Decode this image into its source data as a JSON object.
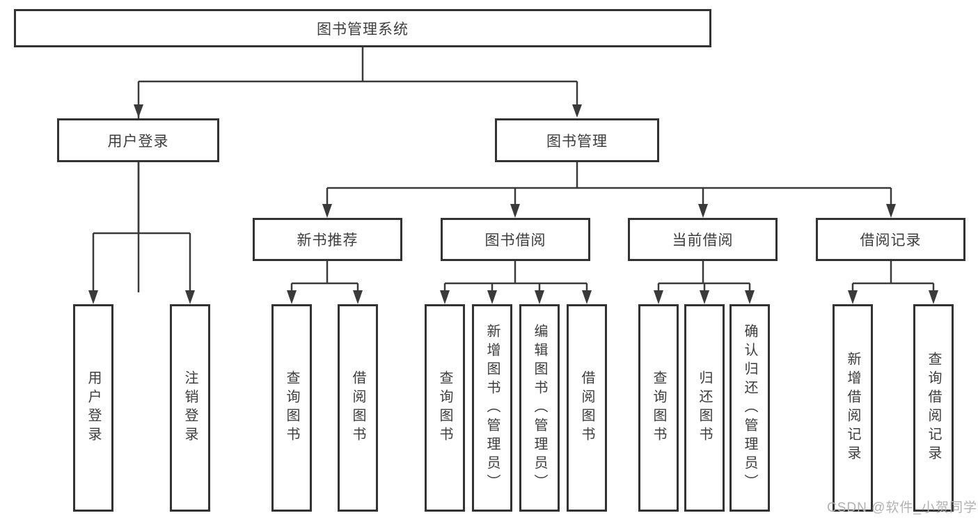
{
  "diagram": {
    "root": "图书管理系统",
    "branches": {
      "user_login": "用户登录",
      "book_mgmt": "图书管理"
    },
    "modules": {
      "new_book": "新书推荐",
      "book_borrow": "图书借阅",
      "current_borrow": "当前借阅",
      "borrow_record": "借阅记录"
    },
    "leaves": {
      "ul_login": "用户登录",
      "ul_logout": "注销登录",
      "nb_query": "查询图书",
      "nb_borrow": "借阅图书",
      "bb_query": "查询图书",
      "bb_add": "新增图书（管理员）",
      "bb_edit": "编辑图书（管理员）",
      "bb_borrow": "借阅图书",
      "cb_query": "查询图书",
      "cb_return": "归还图书",
      "cb_confirm": "确认归还（管理员）",
      "br_add": "新增借阅记录",
      "br_query": "查询借阅记录"
    },
    "colors": {
      "line": "#3a3a3a",
      "text": "#3d3d3d",
      "background": "#ffffff",
      "watermark": "#b2b2b2"
    },
    "watermark": "CSDN @软件_小贺同学"
  }
}
